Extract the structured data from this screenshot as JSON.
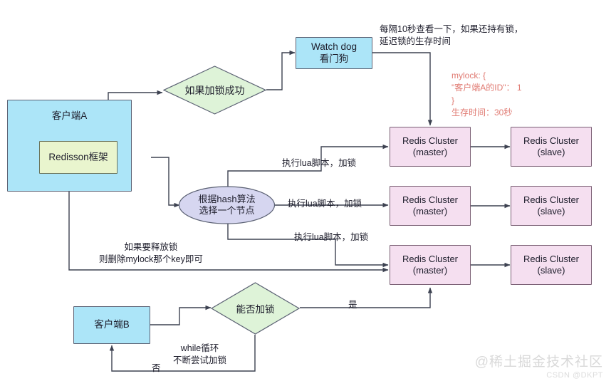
{
  "diagram": {
    "title": "Redisson Redlock flow",
    "colors": {
      "client_blue": "#ace5f8",
      "decision_green": "#def3d8",
      "redis_pink": "#f5dff0",
      "framework_lime": "#e9f5ce",
      "hash_lavender": "#d6d6f0",
      "note_red": "#e07a72",
      "stroke": "#5b6173"
    },
    "nodes": {
      "client_a": "客户端A",
      "redisson_framework": "Redisson框架",
      "lock_success_decision": "如果加锁成功",
      "watch_dog_line1": "Watch dog",
      "watch_dog_line2": "看门狗",
      "hash_node_line1": "根据hash算法",
      "hash_node_line2": "选择一个节点",
      "client_b": "客户端B",
      "can_lock_decision": "能否加锁",
      "redis_master": "Redis Cluster\n(master)",
      "redis_slave": "Redis Cluster\n(slave)"
    },
    "edge_labels": {
      "watchdog_note": "每隔10秒查看一下，如果还持有锁，\n延迟锁的生存时间",
      "lua_lock_1": "执行lua脚本，加锁",
      "lua_lock_2": "执行lua脚本，加锁",
      "lua_lock_3": "执行lua脚本，加锁",
      "release_note": "如果要释放锁\n则删除mylock那个key即可",
      "while_loop": "while循环\n不断尝试加锁",
      "yes": "是",
      "no": "否"
    },
    "red_note": "mylock: {\n    \"客户端A的ID\"：  1\n}\n生存时间：30秒",
    "watermark": {
      "main": "@稀土掘金技术社区",
      "sub": "CSDN @DKPT"
    }
  }
}
